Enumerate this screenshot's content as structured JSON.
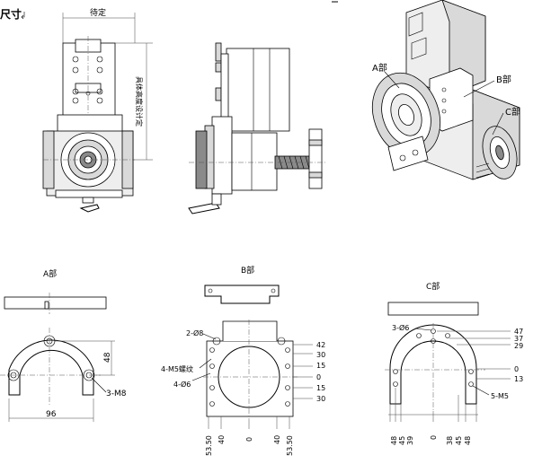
{
  "header": {
    "title_fragment": "尺寸"
  },
  "top_views": {
    "front_top_label": "待定",
    "front_side_label": "具体高度设计定",
    "iso_labels": {
      "a": "A部",
      "b": "B部",
      "c": "C部"
    }
  },
  "detail_a": {
    "title": "A部",
    "height_dim": "48",
    "width_dim": "96",
    "hole_note": "3-M8"
  },
  "detail_b": {
    "title": "B部",
    "note_pin": "2-Ø8",
    "note_tap": "4-M5螺纹",
    "note_hole": "4-Ø6",
    "right_dims": [
      "42",
      "30",
      "15",
      "0",
      "15",
      "30"
    ],
    "bottom_dims": [
      "53.50",
      "40",
      "0",
      "40",
      "53.50"
    ]
  },
  "detail_c": {
    "title": "C部",
    "note_hole": "3-Ø6",
    "note_tap": "5-M5",
    "right_dims": [
      "47",
      "37",
      "29",
      "0",
      "13"
    ],
    "bottom_dims": [
      "48",
      "45",
      "39",
      "0",
      "38",
      "45",
      "48"
    ]
  },
  "colors": {
    "line": "#000000",
    "shade": "#d9d9d9",
    "dark": "#8a8a8a"
  }
}
